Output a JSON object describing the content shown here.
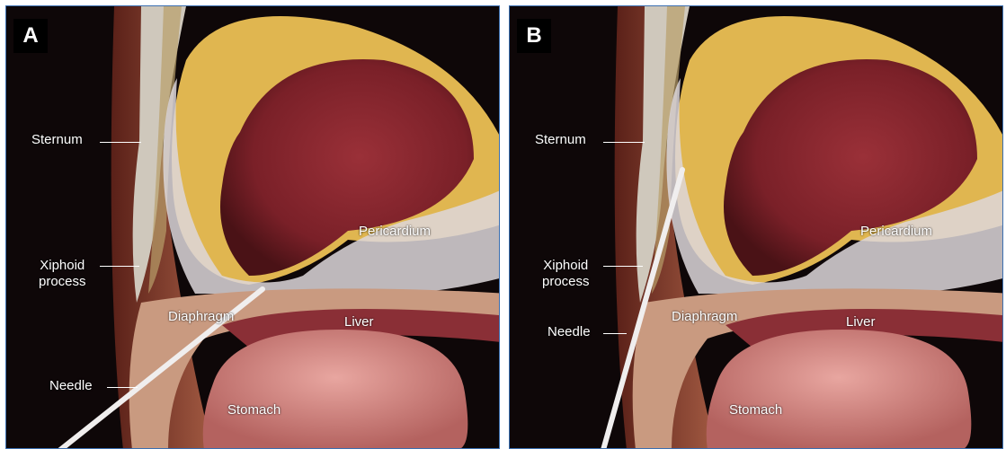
{
  "panels": [
    {
      "letter": "A",
      "labels": {
        "sternum": "Sternum",
        "xiphoid": "Xiphoid\nprocess",
        "needle": "Needle",
        "pericardium": "Pericardium",
        "diaphragm": "Diaphragm",
        "liver": "Liver",
        "stomach": "Stomach"
      }
    },
    {
      "letter": "B",
      "labels": {
        "sternum": "Sternum",
        "xiphoid": "Xiphoid\nprocess",
        "needle": "Needle",
        "pericardium": "Pericardium",
        "diaphragm": "Diaphragm",
        "liver": "Liver",
        "stomach": "Stomach"
      }
    }
  ],
  "colors": {
    "panel_border": "#3b6fb1",
    "background": "#0e0708",
    "heart_muscle": "#8c2c33",
    "fat": "#e3b94e",
    "pericardium": "#d9d3d6",
    "stomach": "#d38a86",
    "needle": "#e8e6e6"
  }
}
